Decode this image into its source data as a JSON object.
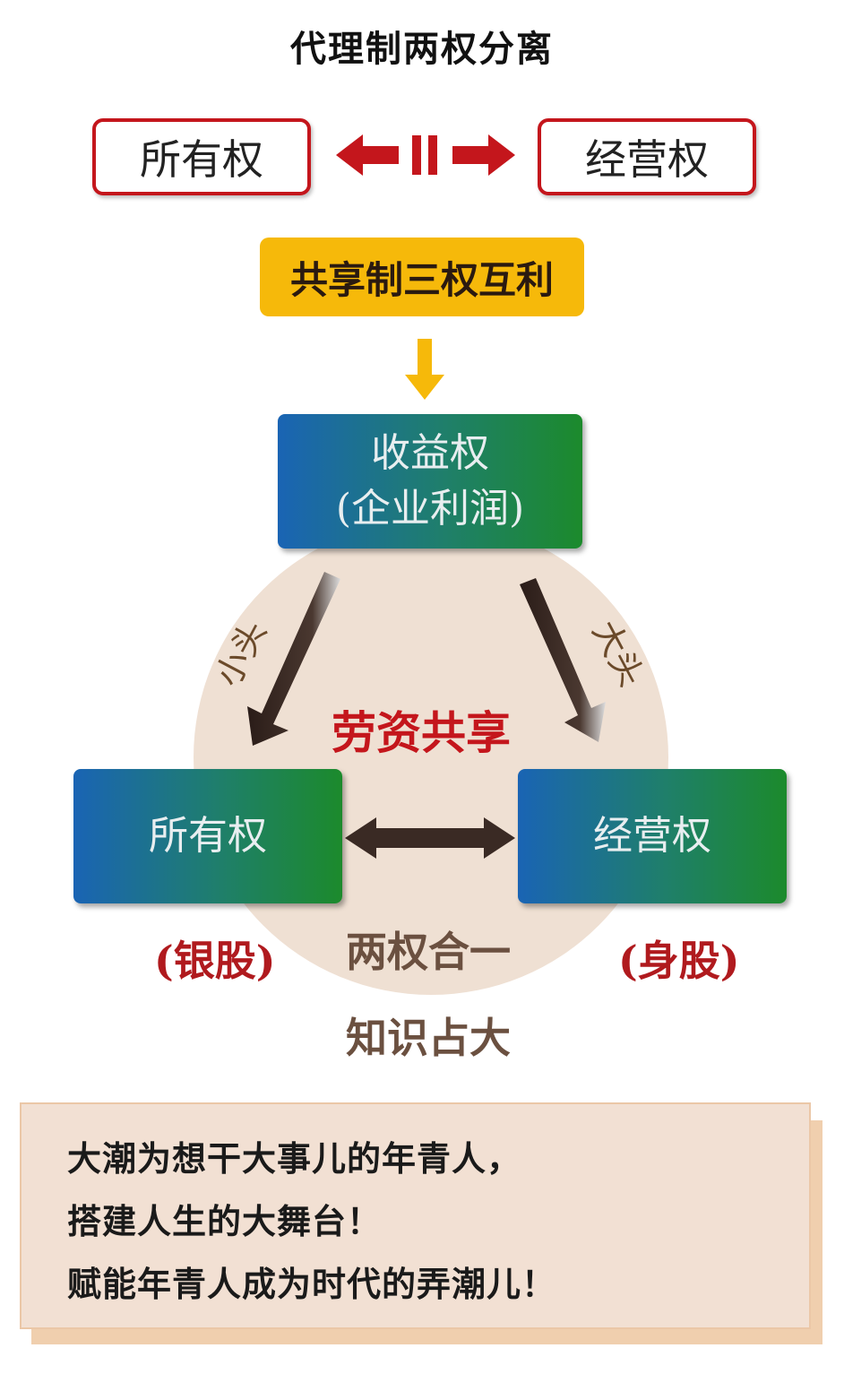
{
  "title": "代理制两权分离",
  "top_row": {
    "left": "所有权",
    "right": "经营权"
  },
  "shared_box": "共享制三权互利",
  "income_box": {
    "line1": "收益权",
    "line2": "(企业利润)"
  },
  "arrow_labels": {
    "left": "小头",
    "right": "大头"
  },
  "center_label": "劳资共享",
  "bottom_boxes": {
    "left": "所有权",
    "right": "经营权"
  },
  "bottom_labels": {
    "left": "(银股)",
    "center": "两权合一",
    "right": "(身股)",
    "below": "知识占大"
  },
  "slogan": [
    "大潮为想干大事儿的年青人，",
    "搭建人生的大舞台！",
    "赋能年青人成为时代的弄潮儿！"
  ],
  "colors": {
    "red": "#c4161c",
    "yellow": "#f6b90a",
    "blue": "#1a64b4",
    "green": "#1c8a2c",
    "brown": "#3a2a24"
  }
}
